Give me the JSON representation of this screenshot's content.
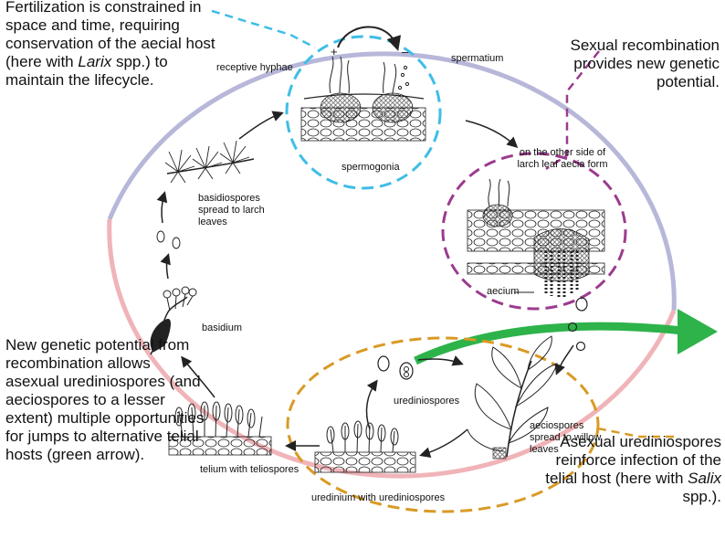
{
  "colors": {
    "cycle_blue": "#b7b7d9",
    "cycle_pink": "#f0b4b8",
    "spermogonia_circle": "#3fbde6",
    "aecia_circle": "#9b3b8e",
    "uredinia_circle": "#d99a25",
    "green_arrow": "#2db34a",
    "line_art": "#222222"
  },
  "notes": {
    "top_left": {
      "pre": "Fertilization is constrained in space and time, requiring conservation of the aecial host (here with ",
      "italic": "Larix",
      "post": " spp.) to maintain the lifecycle."
    },
    "top_right": "Sexual recombination provides new genetic potential.",
    "bottom_left": "New genetic potential from recombination allows asexual urediniospores (and aeciospores to a lesser extent) multiple opportunities for jumps to alternative telial hosts (green arrow).",
    "bottom_right": {
      "pre": "Asexual urediniospores reinforce infection of the telial host (here with ",
      "italic": "Salix",
      "post": " spp.)."
    }
  },
  "labels": {
    "plus": "+",
    "minus": "–",
    "receptive_hyphae": "receptive hyphae",
    "spermatium": "spermatium",
    "spermogonia": "spermogonia",
    "aecia_form": "on the other side of larch leaf aecia form",
    "aecium": "aecium",
    "basidiospores": "basidiospores spread to larch leaves",
    "basidium": "basidium",
    "urediniospores": "urediniospores",
    "aeciospores": "aeciospores spread to willow leaves",
    "telium": "telium with teliospores",
    "uredinium": "uredinium with urediniospores"
  }
}
